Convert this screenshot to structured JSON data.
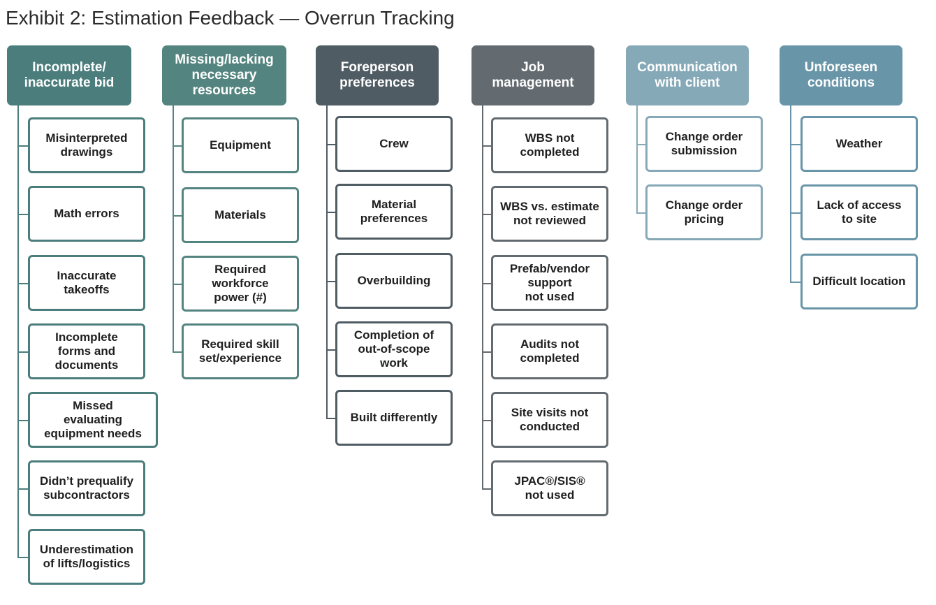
{
  "title": "Exhibit 2: Estimation Feedback — Overrun Tracking",
  "columns": [
    {
      "header": "Incomplete/\ninaccurate bid",
      "color": "#4b7d7c",
      "items": [
        "Misinterpreted\ndrawings",
        "Math errors",
        "Inaccurate\ntakeoffs",
        "Incomplete\nforms and\ndocuments",
        "Missed\nevaluating\nequipment needs",
        "Didn’t prequalify\nsubcontractors",
        "Underestimation\nof lifts/logistics"
      ]
    },
    {
      "header": "Missing/lacking\nnecessary\nresources",
      "color": "#54847f",
      "items": [
        "Equipment",
        "Materials",
        "Required\nworkforce\npower (#)",
        "Required skill\nset/experience"
      ]
    },
    {
      "header": "Foreperson\npreferences",
      "color": "#505c63",
      "items": [
        "Crew",
        "Material\npreferences",
        "Overbuilding",
        "Completion of\nout-of-scope\nwork",
        "Built differently"
      ]
    },
    {
      "header": "Job\nmanagement",
      "color": "#636b70",
      "items": [
        "WBS not\ncompleted",
        "WBS vs. estimate\nnot reviewed",
        "Prefab/vendor\nsupport\nnot used",
        "Audits not\ncompleted",
        "Site visits not\nconducted",
        "JPAC®/SIS®\nnot used"
      ]
    },
    {
      "header": "Communication\nwith client",
      "color": "#86a9b8",
      "items": [
        "Change order\nsubmission",
        "Change order\npricing"
      ]
    },
    {
      "header": "Unforeseen\nconditions",
      "color": "#6995a9",
      "items": [
        "Weather",
        "Lack of access\nto site",
        "Difficult location"
      ]
    }
  ]
}
